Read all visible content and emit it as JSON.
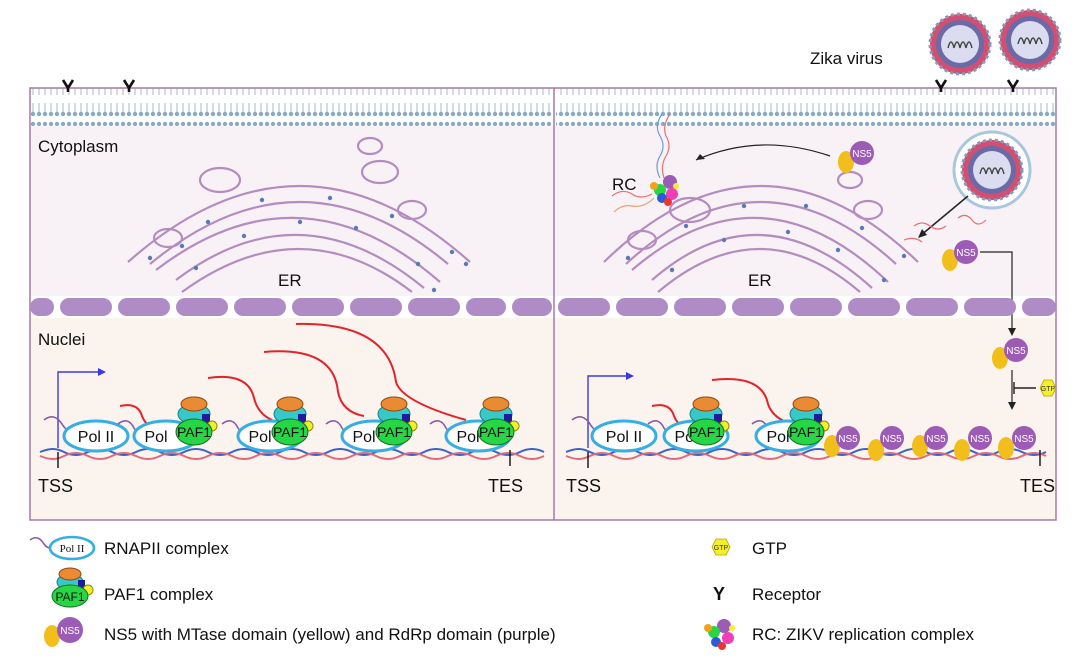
{
  "labels": {
    "zika": "Zika virus",
    "cytoplasm": "Cytoplasm",
    "nuclei": "Nuclei",
    "er": "ER",
    "rc": "RC",
    "tss": "TSS",
    "tes": "TES",
    "pol2": "Pol II",
    "pol": "Pol",
    "paf1": "PAF1",
    "ns5": "NS5",
    "gtp": "GTP"
  },
  "legend": {
    "rnapii": "RNAPII complex",
    "paf1": "PAF1 complex",
    "ns5": "NS5 with MTase domain (yellow) and  RdRp domain (purple)",
    "gtp": "GTP",
    "receptor": "Receptor",
    "receptor_symbol": "Y",
    "rc": "RC: ZIKV replication complex",
    "pol2_icon": "Pol II",
    "paf1_icon": "PAF1",
    "ns5_icon": "NS5",
    "gtp_icon": "GTP"
  },
  "colors": {
    "panel_border": "#a37aa8",
    "cyto_bg": "#f8f2f6",
    "nuc_bg": "#fbf3ee",
    "membrane": "#8aa9c6",
    "er": "#b48cc0",
    "envelope": "#b08cc6",
    "pol_ring": "#35aee3",
    "paf1_green": "#27d644",
    "paf1_teal": "#37c8c8",
    "paf1_orange": "#ea8a33",
    "paf1_yellow": "#f4ef2a",
    "ns5_purple": "#9c5bb4",
    "ns5_yellow": "#f1be1c",
    "rna": "#e3232b",
    "tss_arrow": "#3a3ae0"
  }
}
